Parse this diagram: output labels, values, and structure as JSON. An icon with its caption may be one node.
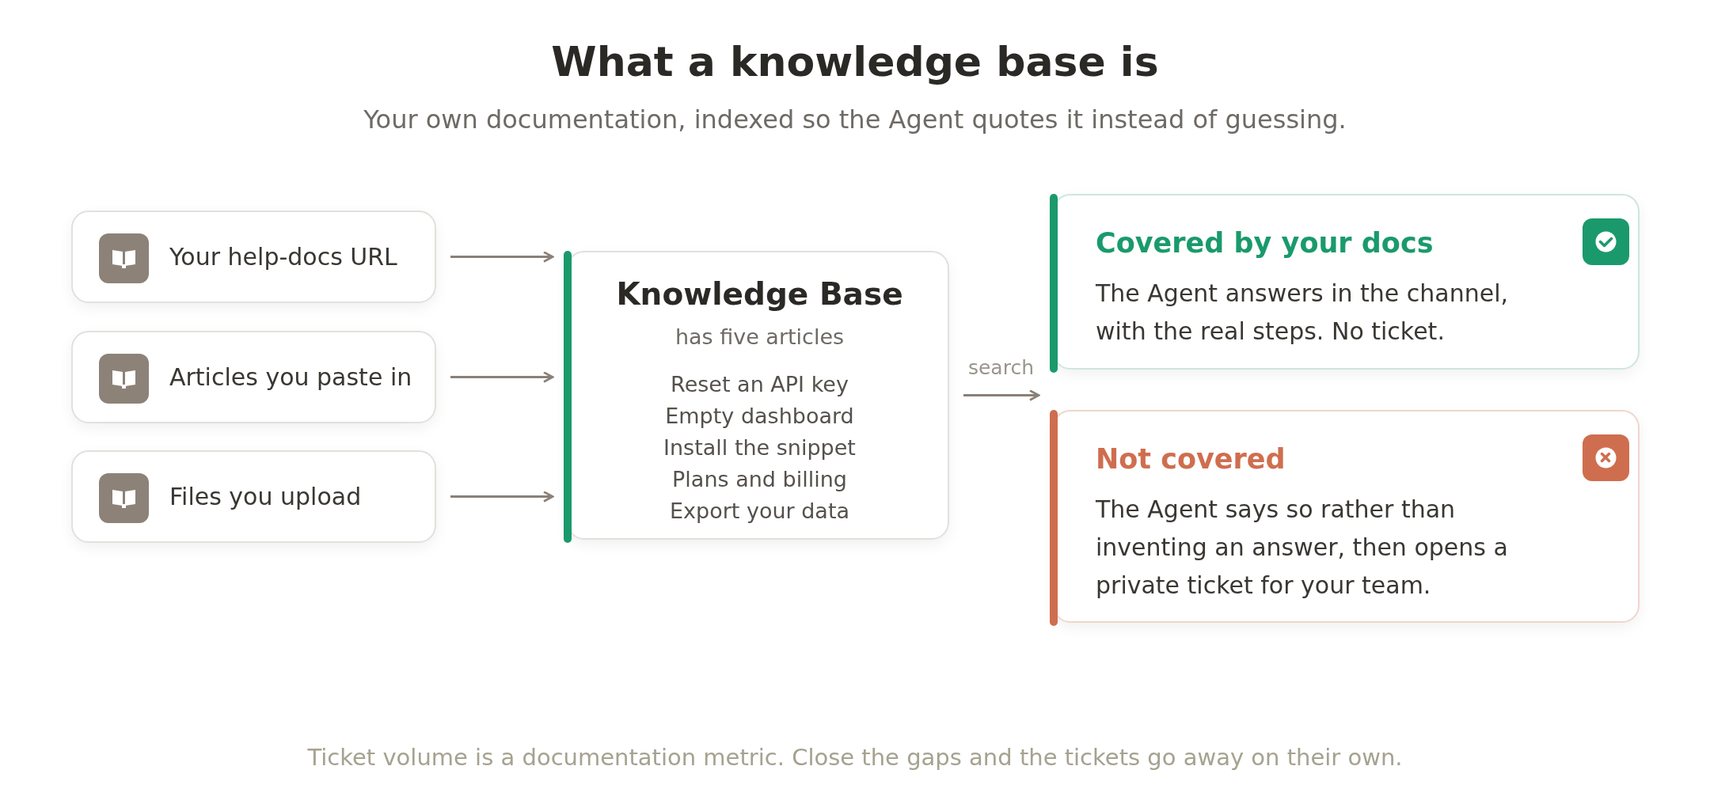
{
  "diagram": {
    "title": "What a knowledge base is",
    "caption": "Your own documentation, indexed so the Agent quotes it instead of guessing.",
    "nodes": [
      {
        "text": [
          "Your help-docs URL"
        ]
      },
      {
        "text": [
          "Articles you paste in"
        ]
      },
      {
        "text": [
          "Files you upload"
        ]
      },
      {
        "text": [
          "Knowledge Base",
          "has five articles",
          "Reset an API key",
          "Empty dashboard",
          "Install the snippet",
          "Plans and billing",
          "Export your data"
        ]
      },
      {
        "text": [
          "Covered by your docs",
          "The Agent answers in the channel, with the real steps. No ticket."
        ]
      },
      {
        "text": [
          "Not covered",
          "The Agent says so rather than inventing an answer, then opens a private ticket for your team."
        ]
      }
    ],
    "edges": [
      {
        "from": 0,
        "to": 3,
        "arrow": "to"
      },
      {
        "from": 1,
        "to": 3,
        "arrow": "to"
      },
      {
        "from": 2,
        "to": 3,
        "arrow": "to"
      },
      {
        "from": 3,
        "to": 4,
        "arrow": "to",
        "label": "search"
      }
    ],
    "labels": [
      "Ticket volume is a documentation metric. Close the gaps and the tickets go away on their own."
    ]
  }
}
